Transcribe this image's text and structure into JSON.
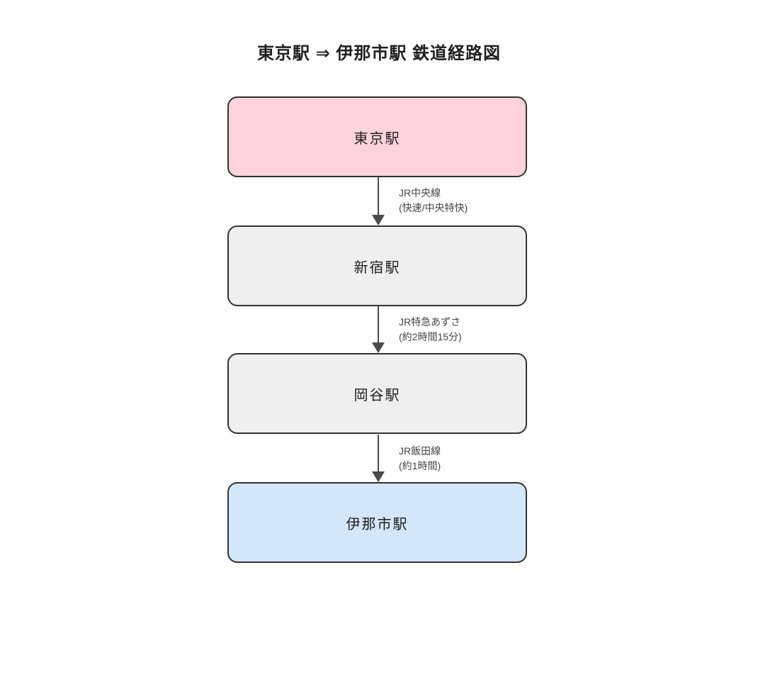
{
  "title": "東京駅 ⇒ 伊那市駅 鉄道経路図",
  "diagram": {
    "type": "flowchart-vertical",
    "nodes": [
      {
        "id": "tokyo",
        "label": "東京駅",
        "fill": "#ffd3dd",
        "role": "start"
      },
      {
        "id": "shinjuku",
        "label": "新宿駅",
        "fill": "#efefef",
        "role": "intermediate"
      },
      {
        "id": "okaya",
        "label": "岡谷駅",
        "fill": "#efefef",
        "role": "intermediate"
      },
      {
        "id": "inashi",
        "label": "伊那市駅",
        "fill": "#d4e6fa",
        "role": "end"
      }
    ],
    "edges": [
      {
        "from": "東京駅",
        "to": "新宿駅",
        "line1": "JR中央線",
        "line2": "(快速/中央特快)"
      },
      {
        "from": "新宿駅",
        "to": "岡谷駅",
        "line1": "JR特急あずさ",
        "line2": "(約2時間15分)"
      },
      {
        "from": "岡谷駅",
        "to": "伊那市駅",
        "line1": "JR飯田線",
        "line2": "(約1時間)"
      }
    ],
    "colors": {
      "background": "#ffffff",
      "node_border": "#333333",
      "node_text": "#1f1f1f",
      "arrow": "#4a4a4a",
      "edge_label_text": "#444444",
      "start_fill": "#ffd3dd",
      "intermediate_fill": "#efefef",
      "end_fill": "#d4e6fa"
    }
  }
}
